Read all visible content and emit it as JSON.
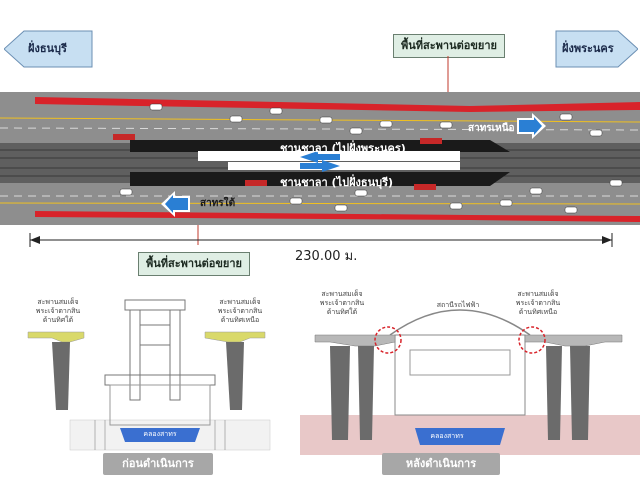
{
  "directions": {
    "left": "ฝั่งธนบุรี",
    "right": "ฝั่งพระนคร"
  },
  "callouts": {
    "top": "พื้นที่สะพานต่อขยาย",
    "bottom": "พื้นที่สะพานต่อขยาย"
  },
  "lanes": {
    "north_traffic": "สาทรเหนือ",
    "south_traffic": "สาทรใต้",
    "platform_upper": "ชานชาลา (ไปฝั่งพระนคร)",
    "platform_lower": "ชานชาลา (ไปฝั่งธนบุรี)"
  },
  "dimension": "230.00 ม.",
  "sections": {
    "before": {
      "caption": "ก่อนดำเนินการ",
      "left_bridge": "สะพานสมเด็จ\nพระเจ้าตากสิน\nด้านทิศใต้",
      "right_bridge": "สะพานสมเด็จ\nพระเจ้าตากสิน\nด้านทิศเหนือ",
      "canal": "คลองสาทร"
    },
    "after": {
      "caption": "หลังดำเนินการ",
      "left_bridge": "สะพานสมเด็จ\nพระเจ้าตากสิน\nด้านทิศใต้",
      "right_bridge": "สะพานสมเด็จ\nพระเจ้าตากสิน\nด้านทิศเหนือ",
      "station": "สถานีรถไฟฟ้า",
      "canal": "คลองสาทร"
    }
  },
  "colors": {
    "road": "#8e8e8e",
    "barrier": "#d8232a",
    "arrow": "#2a7fd4",
    "callout_bg": "#dfeee4",
    "canal": "#3a6fd0"
  }
}
